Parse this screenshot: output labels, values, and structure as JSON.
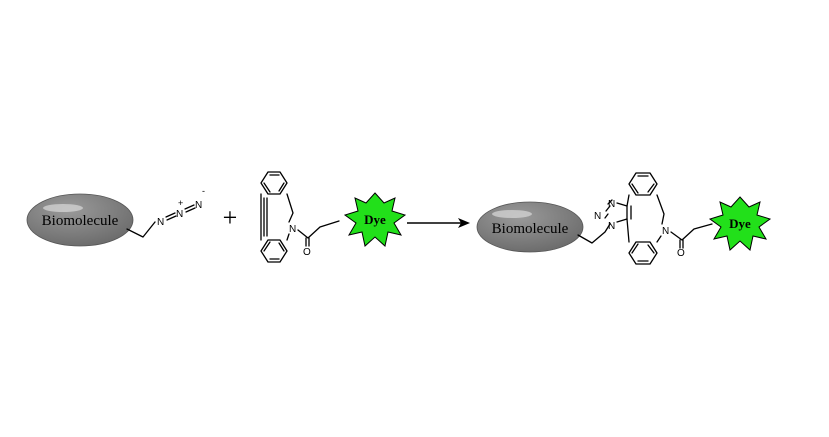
{
  "reactant_biomolecule": {
    "label": "Biomolecule"
  },
  "azide": {
    "n1": "N",
    "n2": "N",
    "n3": "N",
    "plus": "+",
    "minus": "-"
  },
  "operator": "+",
  "cyclooctyne": {
    "n": "N",
    "o": "O"
  },
  "reactant_dye": {
    "label": "Dye"
  },
  "product_biomolecule": {
    "label": "Biomolecule"
  },
  "triazole": {
    "n1": "N",
    "n2": "N",
    "n3": "N"
  },
  "product_core": {
    "n": "N",
    "o": "O"
  },
  "product_dye": {
    "label": "Dye"
  },
  "colors": {
    "biomolecule": "#6e6e6e",
    "dye": "#22e01a",
    "line": "#000000"
  }
}
